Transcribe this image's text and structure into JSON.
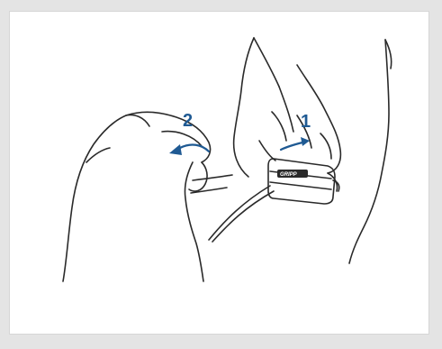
{
  "steps": [
    {
      "label": "1"
    },
    {
      "label": "2"
    }
  ],
  "device": {
    "logo_text": "GRIPP"
  },
  "colors": {
    "page_background": "#e4e4e4",
    "panel_background": "#ffffff",
    "line": "#2a2a2a",
    "accent": "#1f5a93"
  },
  "icons": {
    "step_1_arrow": "arrow-icon",
    "step_2_arrow": "curved-arrow-icon"
  }
}
